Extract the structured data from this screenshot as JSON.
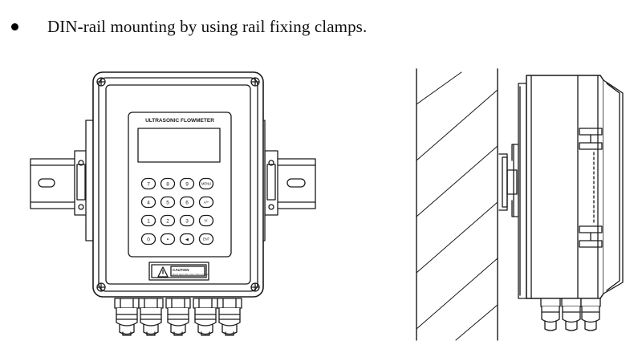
{
  "caption": {
    "bullet": "●",
    "text": "DIN-rail mounting by using rail fixing clamps."
  },
  "front_view": {
    "display_title": "ULTRASONIC FLOWMETER",
    "keys": [
      [
        "7",
        "8",
        "9",
        "MENU"
      ],
      [
        "4",
        "5",
        "6",
        "A/+"
      ],
      [
        "1",
        "2",
        "3",
        "V/-"
      ],
      [
        "0",
        "•",
        "◄",
        "ENT"
      ]
    ],
    "caution_title": "CAUTION",
    "caution_body": "Don't open the cover when power"
  },
  "colors": {
    "line": "#1a1a1a",
    "fill": "#ffffff",
    "shade": "#e6e6e6"
  }
}
